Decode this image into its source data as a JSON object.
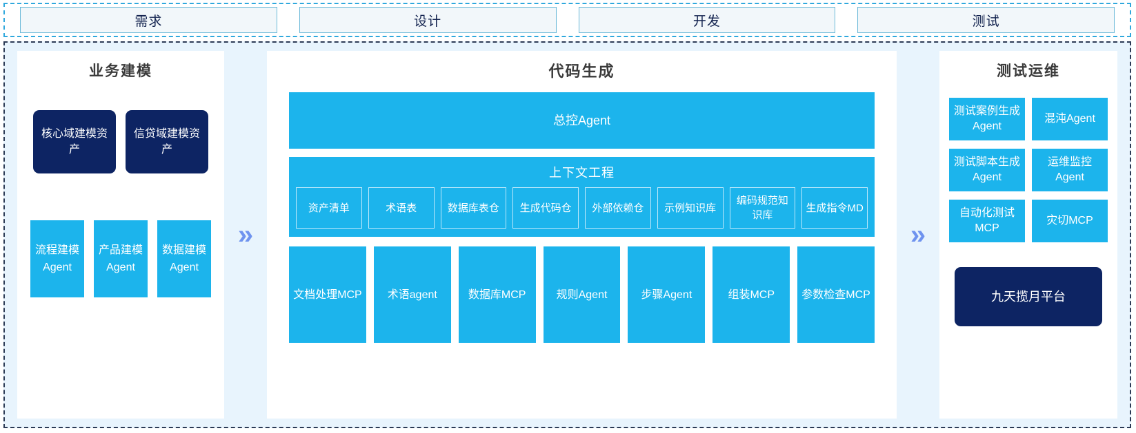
{
  "phases": {
    "items": [
      {
        "label": "需求"
      },
      {
        "label": "设计"
      },
      {
        "label": "开发"
      },
      {
        "label": "测试"
      }
    ]
  },
  "arrows": {
    "glyph": "»",
    "color": "#6f93ef"
  },
  "colors": {
    "navy": "#0d2463",
    "cyan": "#1cb4ec",
    "panel_bg": "#ffffff",
    "frame_bg": "#e8f4fd",
    "phase_bg": "#f2f7fa",
    "phase_border": "#6bb9d8",
    "title_text": "#3a3a3a"
  },
  "business_panel": {
    "title": "业务建模",
    "assets": [
      {
        "label": "核心域建模资产"
      },
      {
        "label": "信贷域建模资产"
      }
    ],
    "agents": [
      {
        "label": "流程建模Agent"
      },
      {
        "label": "产品建模Agent"
      },
      {
        "label": "数据建模Agent"
      }
    ]
  },
  "code_panel": {
    "title": "代码生成",
    "master_agent": "总控Agent",
    "context": {
      "title": "上下文工程",
      "items": [
        {
          "label": "资产清单"
        },
        {
          "label": "术语表"
        },
        {
          "label": "数据库表仓"
        },
        {
          "label": "生成代码仓"
        },
        {
          "label": "外部依赖仓"
        },
        {
          "label": "示例知识库"
        },
        {
          "label": "编码规范知识库"
        },
        {
          "label": "生成指令MD"
        }
      ]
    },
    "tools": [
      {
        "label": "文档处理MCP"
      },
      {
        "label": "术语agent"
      },
      {
        "label": "数据库MCP"
      },
      {
        "label": "规则Agent"
      },
      {
        "label": "步骤Agent"
      },
      {
        "label": "组装MCP"
      },
      {
        "label": "参数检查MCP"
      }
    ]
  },
  "test_panel": {
    "title": "测试运维",
    "items": [
      {
        "label": "测试案例生成Agent"
      },
      {
        "label": "混沌Agent"
      },
      {
        "label": "测试脚本生成Agent"
      },
      {
        "label": "运维监控Agent"
      },
      {
        "label": "自动化测试MCP"
      },
      {
        "label": "灾切MCP"
      }
    ],
    "platform": "九天揽月平台"
  }
}
